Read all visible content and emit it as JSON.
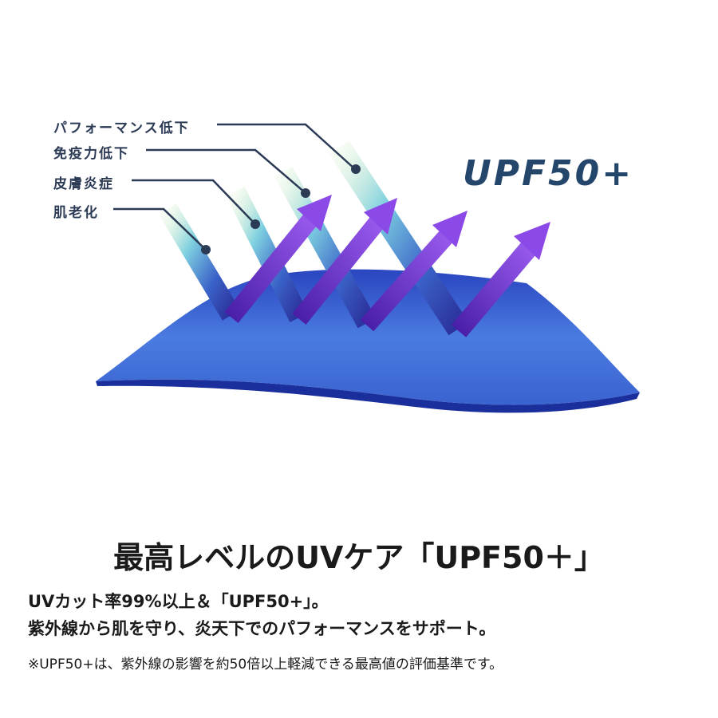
{
  "illustration": {
    "callouts": [
      {
        "label": "パフォーマンス低下"
      },
      {
        "label": "免疫力低下"
      },
      {
        "label": "皮膚炎症"
      },
      {
        "label": "肌老化"
      }
    ],
    "badge": "UPF50+",
    "colors": {
      "fabric": "#3f6fd8",
      "fabric_edge": "#1b2f9c",
      "arrow": "#7a3fd6",
      "ray_start": "#d9f0c8",
      "ray_end": "#2e3f9e",
      "callout_line": "#2b3a55"
    }
  },
  "text": {
    "headline": "最高レベルのUVケア「UPF50＋」",
    "line1": "UVカット率99%以上＆「UPF50+」。",
    "line2": "紫外線から肌を守り、炎天下でのパフォーマンスをサポート。",
    "note": "※UPF50+は、紫外線の影響を約50倍以上軽減できる最高値の評価基準です。"
  }
}
